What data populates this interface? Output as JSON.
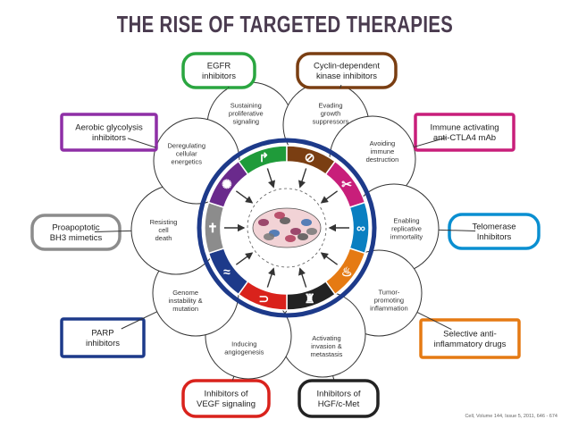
{
  "title": "THE RISE OF TARGETED THERAPIES",
  "citation": "Cell, Volume 144, Issue 5, 2011, 646 - 674",
  "hallmarks": [
    {
      "id": "proliferative",
      "lines": [
        "Sustaining",
        "proliferative",
        "signaling"
      ],
      "color": "#1f9b3a"
    },
    {
      "id": "suppressors",
      "lines": [
        "Evading",
        "growth",
        "suppressors"
      ],
      "color": "#7a3e12"
    },
    {
      "id": "immune",
      "lines": [
        "Avoiding",
        "immune",
        "destruction"
      ],
      "color": "#c81e7a"
    },
    {
      "id": "immortality",
      "lines": [
        "Enabling",
        "replicative",
        "immortality"
      ],
      "color": "#0a7fc1"
    },
    {
      "id": "inflammation",
      "lines": [
        "Tumor-",
        "promoting",
        "inflammation"
      ],
      "color": "#e57a13"
    },
    {
      "id": "invasion",
      "lines": [
        "Activating",
        "invasion &",
        "metastasis"
      ],
      "color": "#222222"
    },
    {
      "id": "angiogenesis",
      "lines": [
        "Inducing",
        "angiogenesis"
      ],
      "color": "#d9221c"
    },
    {
      "id": "genome",
      "lines": [
        "Genome",
        "instability &",
        "mutation"
      ],
      "color": "#1d3a8a"
    },
    {
      "id": "death",
      "lines": [
        "Resisting",
        "cell",
        "death"
      ],
      "color": "#8c8c8c"
    },
    {
      "id": "energetics",
      "lines": [
        "Deregulating",
        "cellular",
        "energetics"
      ],
      "color": "#6a2a8c"
    }
  ],
  "therapies": [
    {
      "id": "egfr",
      "lines": [
        "EGFR",
        "inhibitors"
      ],
      "color": "#2aa640"
    },
    {
      "id": "cdk",
      "lines": [
        "Cyclin-dependent",
        "kinase inhibitors"
      ],
      "color": "#7a3e12"
    },
    {
      "id": "ctla4",
      "lines": [
        "Immune activating",
        "anti-CTLA4 mAb"
      ],
      "color": "#c81e7a"
    },
    {
      "id": "telomerase",
      "lines": [
        "Telomerase",
        "Inhibitors"
      ],
      "color": "#0a8fd1"
    },
    {
      "id": "antiinflam",
      "lines": [
        "Selective anti-",
        "inflammatory drugs"
      ],
      "color": "#e57a13"
    },
    {
      "id": "hgf",
      "lines": [
        "Inhibitors of",
        "HGF/c-Met"
      ],
      "color": "#222222"
    },
    {
      "id": "vegf",
      "lines": [
        "Inhibitors of",
        "VEGF signaling"
      ],
      "color": "#d9221c"
    },
    {
      "id": "parp",
      "lines": [
        "PARP",
        "inhibitors"
      ],
      "color": "#1d3a8a"
    },
    {
      "id": "bh3",
      "lines": [
        "Proapoptotic",
        "BH3 mimetics"
      ],
      "color": "#8c8c8c"
    },
    {
      "id": "glycolysis",
      "lines": [
        "Aerobic glycolysis",
        "inhibitors"
      ],
      "color": "#8e2fa6"
    }
  ]
}
